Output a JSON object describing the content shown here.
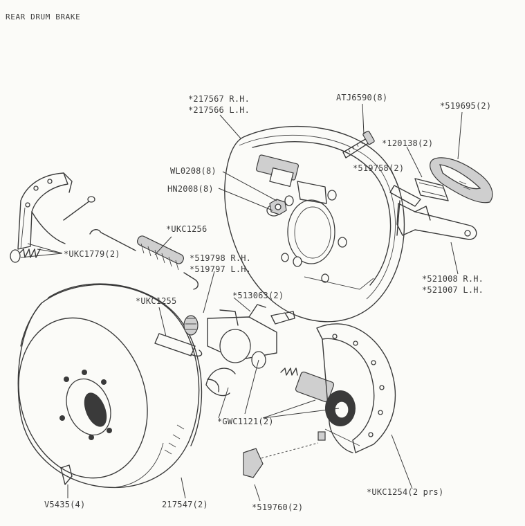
{
  "title": "REAR DRUM BRAKE",
  "labels": {
    "backplate_rh": "*217567 R.H.",
    "backplate_lh": "*217566 L.H.",
    "bolt": "ATJ6590(8)",
    "plate_519695": "*519695(2)",
    "spring_120138": "*120138(2)",
    "washer_519758": "*519758(2)",
    "wl0208": "WL0208(8)",
    "hn2008": "HN2008(8)",
    "ukc1256": "*UKC1256",
    "ukc1779": "*UKC1779(2)",
    "cyl_rh": "*519798 R.H.",
    "cyl_lh": "*519797 L.H.",
    "lever_rh": "*521008 R.H.",
    "lever_lh": "*521007 L.H.",
    "ukc1255": "*UKC1255",
    "bleed_513063": "*513063(2)",
    "gwc1121": "*GWC1121(2)",
    "v5435": "V5435(4)",
    "drum": "217547(2)",
    "clip_519760": "*519760(2)",
    "shoes_ukc1254": "*UKC1254(2 prs)"
  }
}
